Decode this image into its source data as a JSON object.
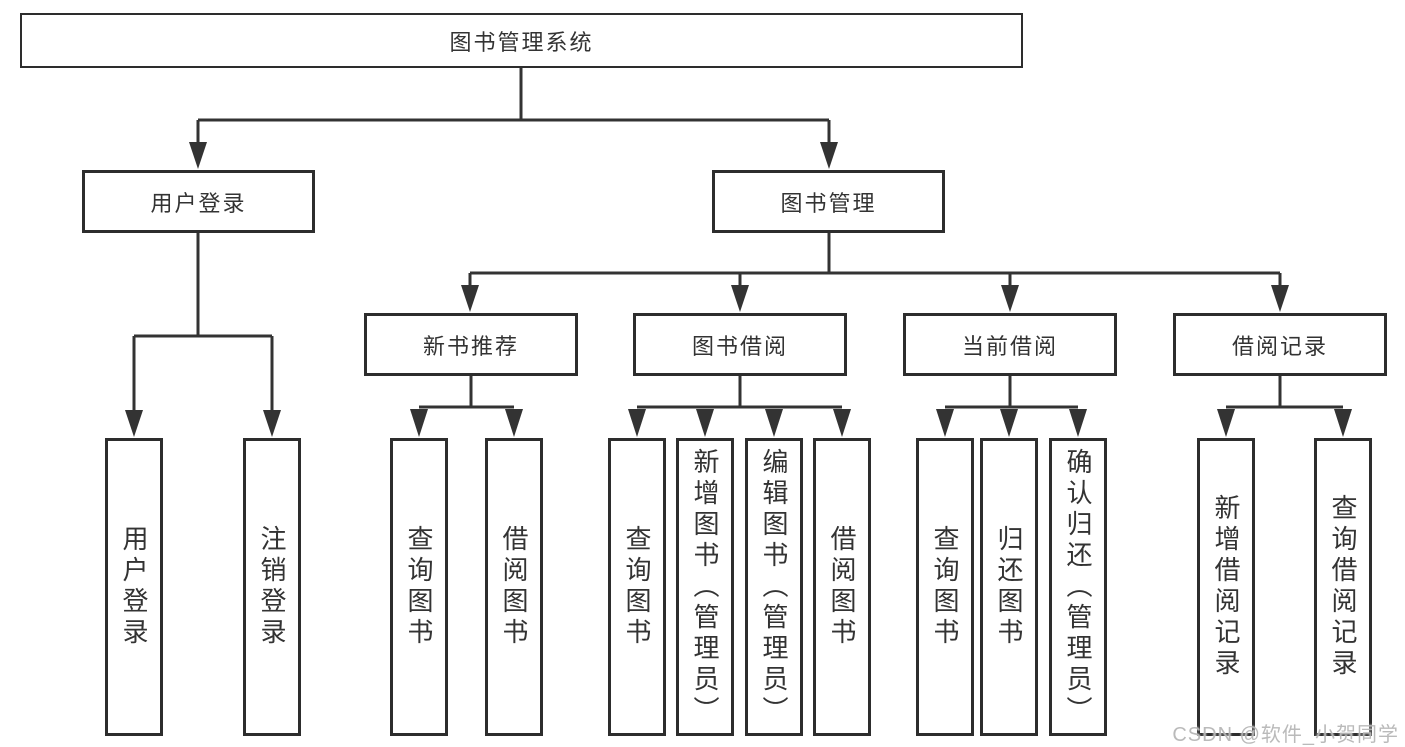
{
  "tree": {
    "root": "图书管理系统",
    "level2": [
      {
        "label": "用户登录",
        "children": [
          "用户登录",
          "注销登录"
        ]
      },
      {
        "label": "图书管理",
        "children": [
          {
            "label": "新书推荐",
            "children": [
              "查询图书",
              "借阅图书"
            ]
          },
          {
            "label": "图书借阅",
            "children": [
              "查询图书",
              "新增图书（管理员）",
              "编辑图书（管理员）",
              "借阅图书"
            ]
          },
          {
            "label": "当前借阅",
            "children": [
              "查询图书",
              "归还图书",
              "确认归还（管理员）"
            ]
          },
          {
            "label": "借阅记录",
            "children": [
              "新增借阅记录",
              "查询借阅记录"
            ]
          }
        ]
      }
    ]
  },
  "watermark": "CSDN @软件_小贺同学",
  "colors": {
    "line": "#333333",
    "box_border": "#2d2d2d",
    "text": "#333333",
    "watermark": "#b2b2b2",
    "background": "#ffffff"
  }
}
